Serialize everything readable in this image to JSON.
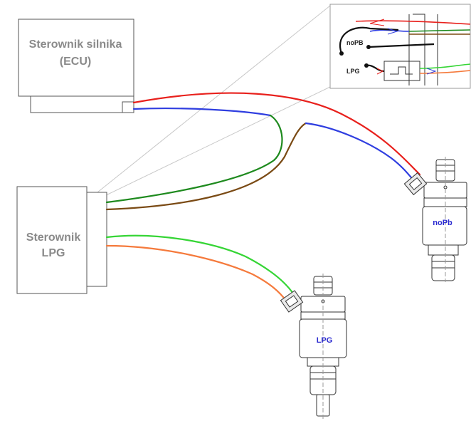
{
  "ecu_box": {
    "line1": "Sterownik silnika",
    "line2": "(ECU)"
  },
  "lpg_box": {
    "line1": "Sterownik",
    "line2": "LPG"
  },
  "injectors": {
    "petrol_label": "noPb",
    "lpg_label": "LPG"
  },
  "inset": {
    "petrol_label": "noPB",
    "lpg_label": "LPG"
  },
  "colors": {
    "red": "#e8201c",
    "blue": "#2f3ee0",
    "green_dark": "#1e8a1e",
    "brown": "#7a4a14",
    "green_light": "#35d535",
    "orange": "#f57a3c"
  }
}
